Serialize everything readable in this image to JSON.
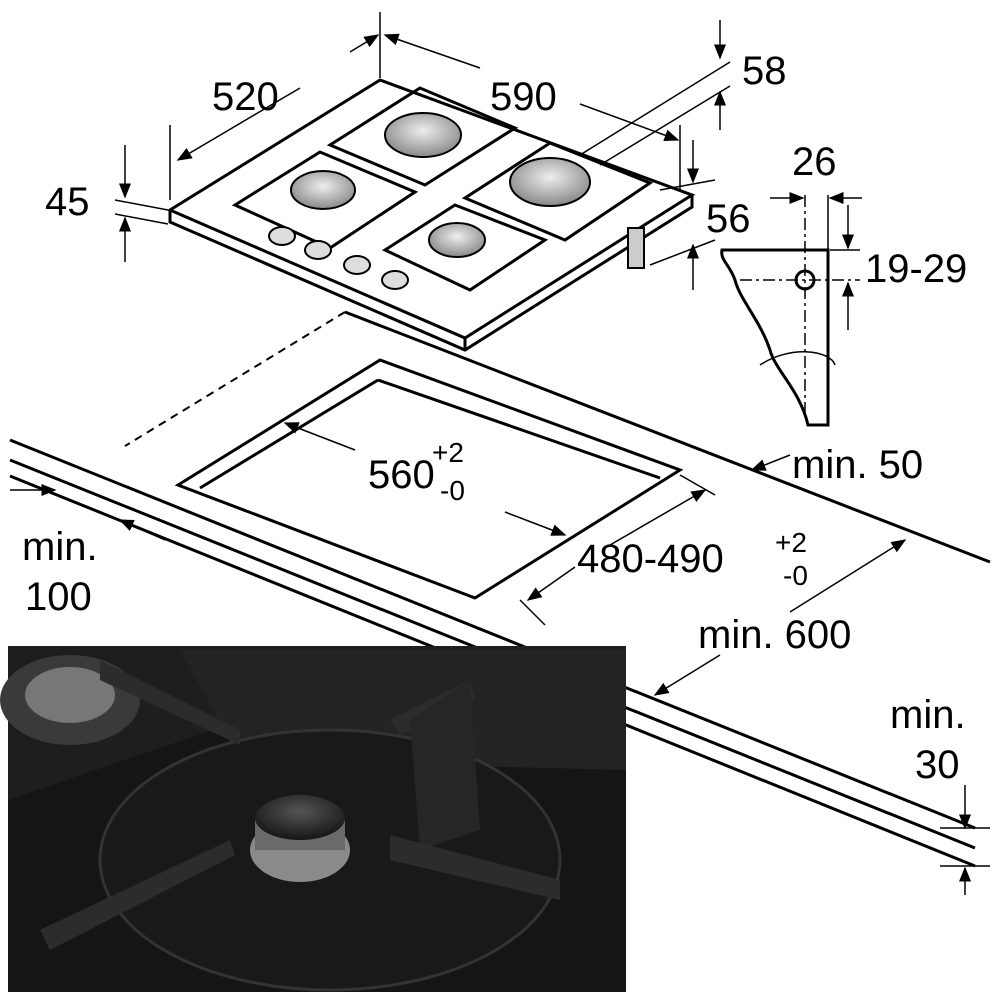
{
  "dimensions": {
    "depth": "520",
    "width": "590",
    "height_top": "58",
    "height_side": "45",
    "clamp_width": "26",
    "height_right": "56",
    "clamp_range": "19-29",
    "cutout_width": "560",
    "cutout_width_tol_plus": "+2",
    "cutout_width_tol_minus": "-0",
    "rear_clearance": "min. 50",
    "side_clearance_line1": "min.",
    "side_clearance_line2": "100",
    "cutout_depth": "480-490",
    "cutout_depth_tol_plus": "+2",
    "cutout_depth_tol_minus": "-0",
    "worktop_depth": "min. 600",
    "worktop_thickness_line1": "min.",
    "worktop_thickness_line2": "30"
  },
  "colors": {
    "line": "#000000",
    "photo_bg": "#1c1c1c"
  }
}
